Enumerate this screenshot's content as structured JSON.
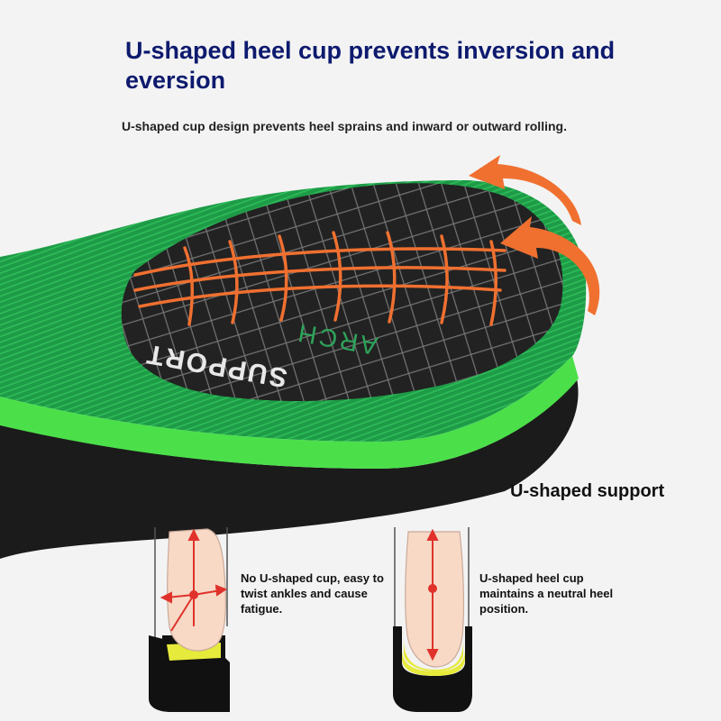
{
  "header": {
    "title": "U-shaped heel cup prevents inversion and eversion",
    "subtitle": "U-shaped cup design prevents heel sprains and inward or outward rolling."
  },
  "insole": {
    "print_text_1": "ARCH",
    "print_text_2": "SUPPORT",
    "colors": {
      "green": "#1fa84a",
      "bright_green": "#4be04a",
      "black": "#1b1b1b",
      "arrow_orange": "#f07030"
    }
  },
  "callout": {
    "label": "U-shaped support"
  },
  "comparison": {
    "left_caption": "No U-shaped cup, easy to twist ankles and cause fatigue.",
    "right_caption": "U-shaped heel cup maintains a neutral heel position.",
    "colors": {
      "cup_yellow": "#e6ea3a",
      "heel_skin": "#f7d9c6",
      "vector_red": "#e0322b"
    }
  }
}
